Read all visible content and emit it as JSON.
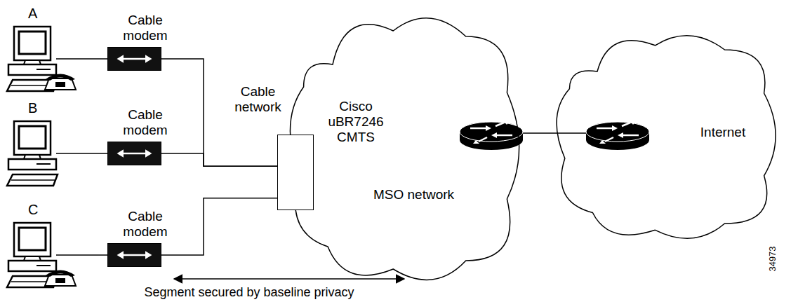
{
  "diagram": {
    "nodes": [
      {
        "text": [
          "Cable modem"
        ]
      },
      {
        "text": [
          "Cable modem"
        ]
      },
      {
        "text": [
          "Cable modem"
        ]
      },
      {
        "text": [
          "MSO network"
        ]
      },
      {
        "text": [
          "Cisco uBR7246 CMTS"
        ],
        "in": 3
      },
      {
        "text": [
          "Internet"
        ]
      }
    ],
    "edges": [
      {
        "from": 0,
        "to": 4,
        "arrow": "none"
      },
      {
        "from": 1,
        "to": 4,
        "arrow": "none"
      },
      {
        "from": 2,
        "to": 4,
        "arrow": "none"
      }
    ],
    "labels": [
      "A",
      "B",
      "C",
      "Cable network",
      "Segment secured by baseline privacy",
      "34973"
    ]
  }
}
